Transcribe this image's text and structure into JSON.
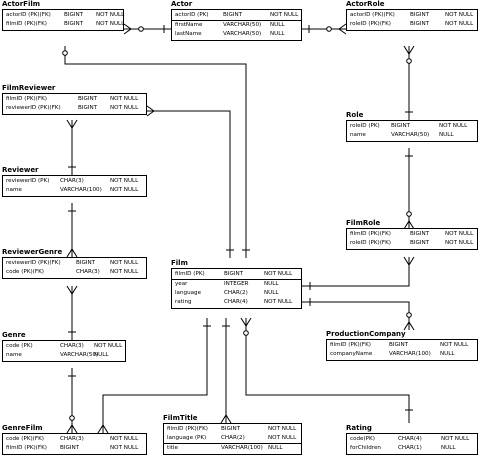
{
  "entities": {
    "actor_film": {
      "title": "ActorFilm",
      "rows": [
        {
          "name": "actorID (PK)(FK)",
          "type": "BIGINT",
          "nullability": "NOT NULL"
        },
        {
          "name": "filmID (PK)(FK)",
          "type": "BIGINT",
          "nullability": "NOT NULL"
        }
      ]
    },
    "actor": {
      "title": "Actor",
      "rows": [
        {
          "name": "actorID (PK)",
          "type": "BIGINT",
          "nullability": "NOT NULL"
        },
        {
          "name": "firstName",
          "type": "VARCHAR(50)",
          "nullability": "NULL"
        },
        {
          "name": "lastName",
          "type": "VARCHAR(50)",
          "nullability": "NULL"
        }
      ]
    },
    "actor_role": {
      "title": "ActorRole",
      "rows": [
        {
          "name": "actorID (PK)(FK)",
          "type": "BIGINT",
          "nullability": "NOT NULL"
        },
        {
          "name": "roleID (PK)(FK)",
          "type": "BIGINT",
          "nullability": "NOT NULL"
        }
      ]
    },
    "film_reviewer": {
      "title": "FilmReviewer",
      "rows": [
        {
          "name": "filmID (PK)(FK)",
          "type": "BIGINT",
          "nullability": "NOT NULL"
        },
        {
          "name": "reviewerID (PK)(FK)",
          "type": "BIGINT",
          "nullability": "NOT NULL"
        }
      ]
    },
    "role": {
      "title": "Role",
      "rows": [
        {
          "name": "roleID (PK)",
          "type": "BIGINT",
          "nullability": "NOT NULL"
        },
        {
          "name": "name",
          "type": "VARCHAR(50)",
          "nullability": "NULL"
        }
      ]
    },
    "reviewer": {
      "title": "Reviewer",
      "rows": [
        {
          "name": "reviewerID (PK)",
          "type": "CHAR(3)",
          "nullability": "NOT NULL"
        },
        {
          "name": "name",
          "type": "VARCHAR(100)",
          "nullability": "NOT NULL"
        }
      ]
    },
    "film_role": {
      "title": "FilmRole",
      "rows": [
        {
          "name": "filmID (PK)(FK)",
          "type": "BIGINT",
          "nullability": "NOT NULL"
        },
        {
          "name": "roleID (PK)(FK)",
          "type": "BIGINT",
          "nullability": "NOT NULL"
        }
      ]
    },
    "reviewer_genre": {
      "title": "ReviewerGenre",
      "rows": [
        {
          "name": "reviewerID (PK)(FK)",
          "type": "BIGINT",
          "nullability": "NOT NULL"
        },
        {
          "name": "code (PK)(FK)",
          "type": "CHAR(3)",
          "nullability": "NOT NULL"
        }
      ]
    },
    "film": {
      "title": "Film",
      "rows": [
        {
          "name": "filmID (PK)",
          "type": "BIGINT",
          "nullability": "NOT NULL"
        },
        {
          "name": "year",
          "type": "INTEGER",
          "nullability": "NULL"
        },
        {
          "name": "language",
          "type": "CHAR(2)",
          "nullability": "NULL"
        },
        {
          "name": "rating",
          "type": "CHAR(4)",
          "nullability": "NOT NULL"
        }
      ]
    },
    "genre": {
      "title": "Genre",
      "rows": [
        {
          "name": "code (PK)",
          "type": "CHAR(3)",
          "nullability": "NOT NULL"
        },
        {
          "name": "name",
          "type": "VARCHAR(50)",
          "nullability": "NULL"
        }
      ]
    },
    "production_company": {
      "title": "ProductionCompany",
      "rows": [
        {
          "name": "filmID (PK)(FK)",
          "type": "BIGINT",
          "nullability": "NOT NULL"
        },
        {
          "name": "companyName",
          "type": "VARCHAR(100)",
          "nullability": "NULL"
        }
      ]
    },
    "genre_film": {
      "title": "GenreFilm",
      "rows": [
        {
          "name": "code (PK)(FK)",
          "type": "CHAR(3)",
          "nullability": "NOT NULL"
        },
        {
          "name": "filmID (PK)(FK)",
          "type": "BIGINT",
          "nullability": "NOT NULL"
        }
      ]
    },
    "film_title": {
      "title": "FilmTitle",
      "rows": [
        {
          "name": "filmID (PK)(FK)",
          "type": "BIGINT",
          "nullability": "NOT NULL"
        },
        {
          "name": "language (PK)",
          "type": "CHAR(2)",
          "nullability": "NOT NULL"
        },
        {
          "name": "title",
          "type": "VARCHAR(100)",
          "nullability": "NULL"
        }
      ]
    },
    "rating": {
      "title": "Rating",
      "rows": [
        {
          "name": "code(PK)",
          "type": "CHAR(4)",
          "nullability": "NOT NULL"
        },
        {
          "name": "forChildren",
          "type": "CHAR(1)",
          "nullability": "NULL"
        }
      ]
    }
  }
}
